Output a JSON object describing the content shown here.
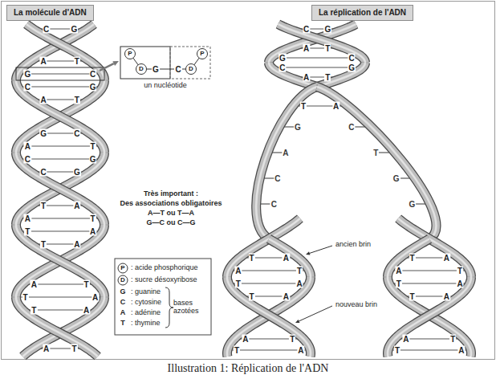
{
  "diagram": {
    "caption": "Illustration 1: Réplication de l'ADN",
    "nodes": [
      {
        "text": [
          "La molécule d'ADN"
        ]
      },
      {
        "text": [
          "La réplication de l'ADN"
        ]
      }
    ],
    "labels": [
      "C",
      "G",
      "A",
      "T",
      "G",
      "C",
      "C",
      "G",
      "A",
      "T",
      "G",
      "C",
      "A",
      "T",
      "C",
      "G",
      "C",
      "G",
      "T",
      "A",
      "A",
      "T",
      "T",
      "A",
      "T",
      "A",
      "A",
      "T",
      "T",
      "A",
      "T",
      "A",
      "A",
      "T",
      "P",
      "D",
      "G",
      "C",
      "D",
      "P",
      "un nucléotide",
      "Très important :",
      "Des associations obligatoires",
      "A—T ou T—A",
      "G—C ou C—G",
      "P",
      "D",
      "G",
      "C",
      "A",
      "T",
      "bases azotées",
      "C",
      "G",
      "A",
      "T",
      "G",
      "C",
      "C",
      "G",
      "A",
      "T",
      "T",
      "A",
      "G",
      "A",
      "C",
      "C",
      "C",
      "T",
      "G",
      "G",
      "T",
      "A",
      "A",
      "T",
      "T",
      "A",
      "T",
      "A",
      "A",
      "T",
      "T",
      "A",
      "T",
      "A",
      "A",
      "T",
      "T",
      "A",
      "T",
      "A",
      "A",
      "T",
      "T",
      "A",
      "ancien brin",
      "nouveau brin"
    ],
    "legend": [
      {
        "text": ": acide phosphorique"
      },
      {
        "text": ": sucre désoxyribose"
      },
      {
        "text": ": guanine"
      },
      {
        "text": ": cytosine"
      },
      {
        "text": ": adénine"
      },
      {
        "text": ": thymine"
      }
    ]
  }
}
